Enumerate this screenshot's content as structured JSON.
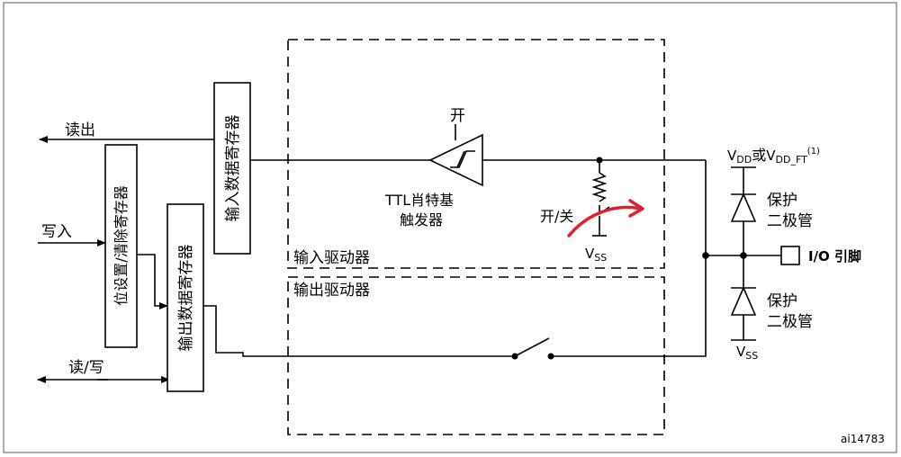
{
  "labels": {
    "read_out": "读出",
    "write_in": "写入",
    "read_write": "读/写",
    "input_data_register": "输入数据寄存器",
    "bit_set_reset_register": "位设置/清除寄存器",
    "output_data_register": "输出数据寄存器",
    "on": "开",
    "schmitt_line1": "TTL肖特基",
    "schmitt_line2": "触发器",
    "on_off": "开/关",
    "input_driver": "输入驱动器",
    "output_driver": "输出驱动器",
    "vss_main": "V",
    "vss_sub": "SS",
    "vdd_main": "V",
    "vdd_sub": "DD",
    "vdd_or": "或",
    "vddft_main": "V",
    "vddft_sub": "DD_FT",
    "vddft_sup": "(1)",
    "protect_diode_line1": "保护",
    "protect_diode_line2": "二极管",
    "io_pin": "I/O 引脚",
    "figure_id": "ai14783"
  },
  "colors": {
    "line": "#000000",
    "annotation": "#e0202e",
    "background": "#ffffff"
  }
}
